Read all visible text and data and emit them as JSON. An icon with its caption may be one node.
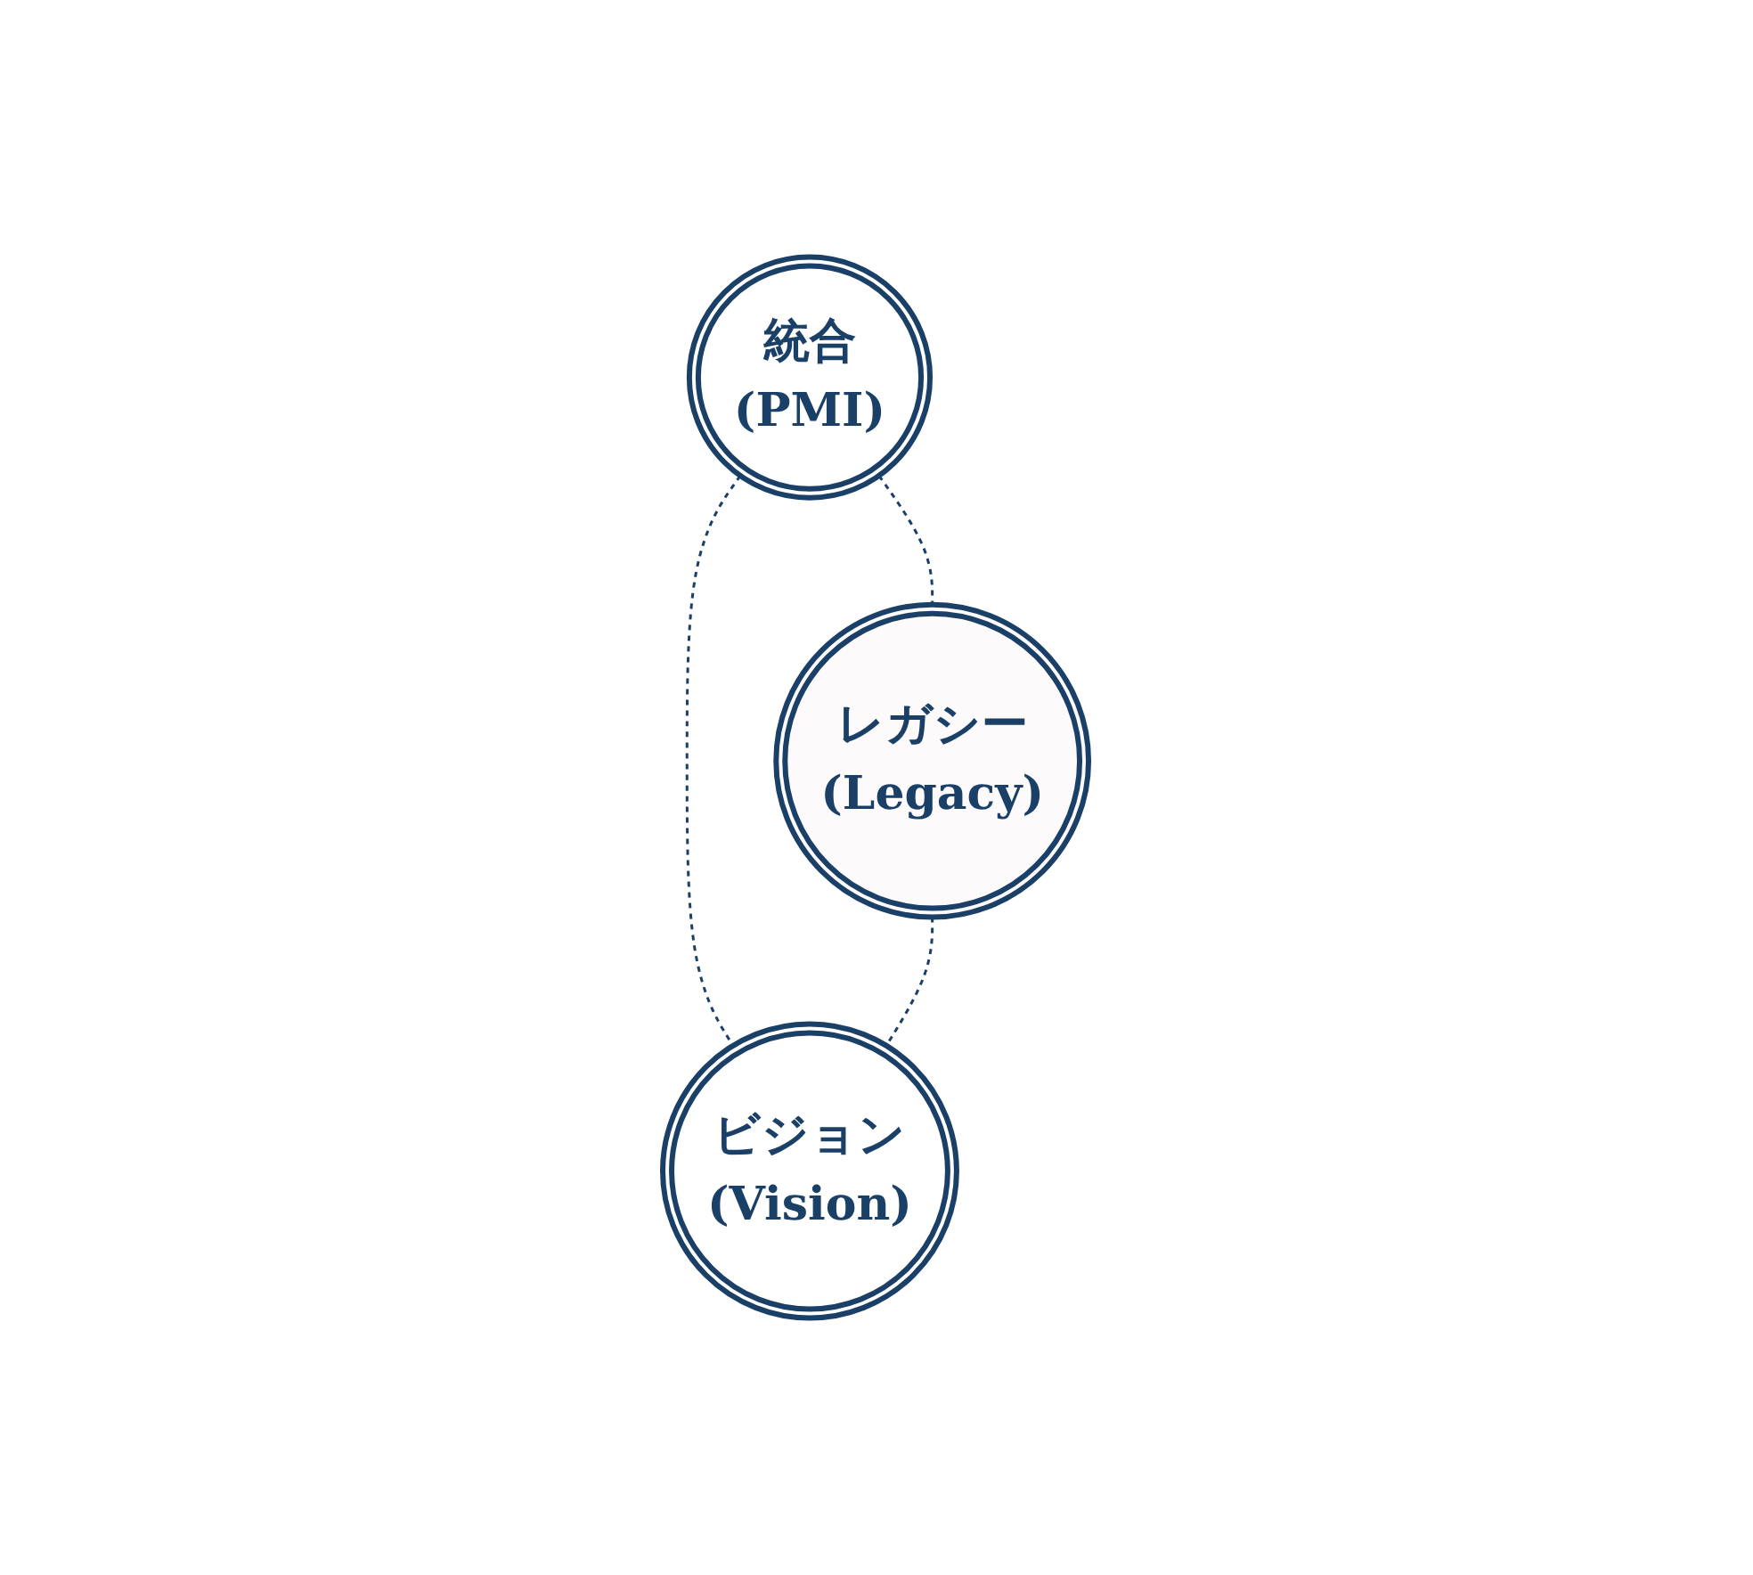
{
  "diagram": {
    "nodes": [
      {
        "text": [
          "統合",
          "(PMI)"
        ]
      },
      {
        "text": [
          "レガシー",
          "(Legacy)"
        ]
      },
      {
        "text": [
          "ビジョン",
          "(Vision)"
        ]
      }
    ],
    "edges": [
      {
        "from": 0,
        "to": 1,
        "arrow": "none",
        "style": "dashed"
      },
      {
        "from": 0,
        "to": 2,
        "arrow": "none",
        "style": "dashed"
      },
      {
        "from": 1,
        "to": 2,
        "arrow": "none",
        "style": "dashed"
      }
    ]
  }
}
